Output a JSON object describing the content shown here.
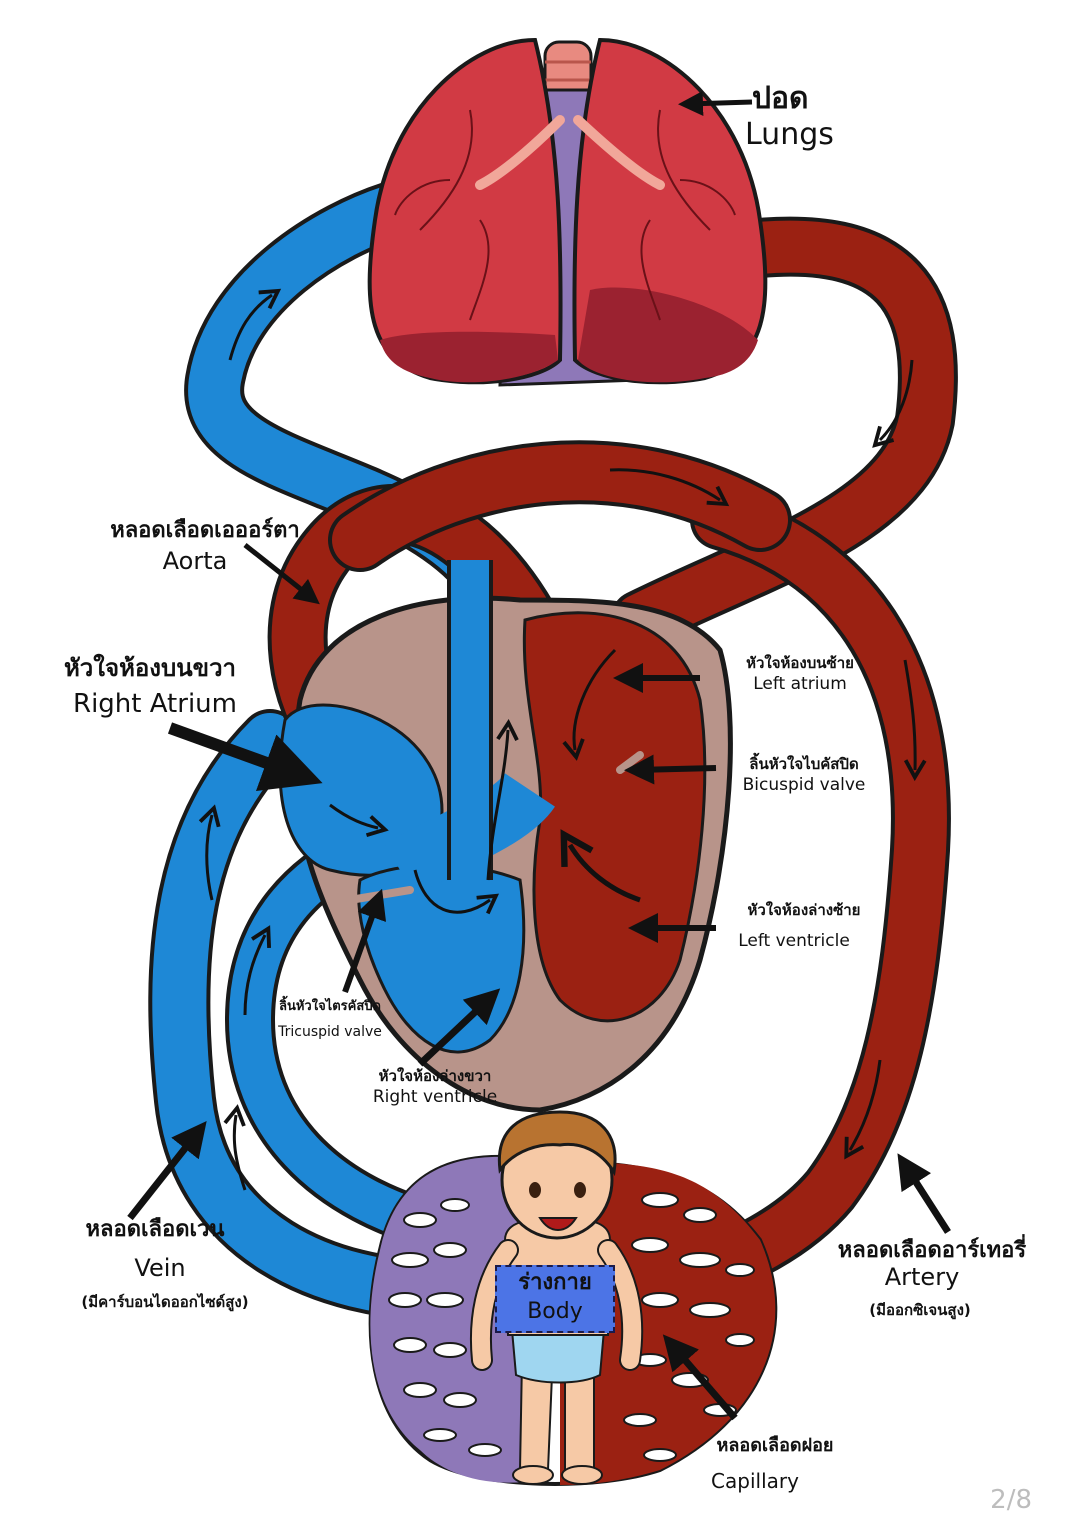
{
  "labels": {
    "lungs_th": "ปอด",
    "lungs_en": "Lungs",
    "aorta_th": "หลอดเลือดเอออร์ตา",
    "aorta_en": "Aorta",
    "right_atrium_th": "หัวใจห้องบนขวา",
    "right_atrium_en": "Right Atrium",
    "left_atrium_th": "หัวใจห้องบนซ้าย",
    "left_atrium_en": "Left atrium",
    "bicuspid_th": "ลิ้นหัวใจไบคัสปิด",
    "bicuspid_en": "Bicuspid valve",
    "left_ventricle_th": "หัวใจห้องล่างซ้าย",
    "left_ventricle_en": "Left ventricle",
    "tricuspid_th": "ลิ้นหัวใจไตรคัสปิด",
    "tricuspid_en": "Tricuspid valve",
    "right_ventricle_th": "หัวใจห้องล่างขวา",
    "right_ventricle_en": "Right ventricle",
    "vein_th": "หลอดเลือดเวน",
    "vein_en": "Vein",
    "vein_note": "(มีคาร์บอนไดออกไซด์สูง)",
    "artery_th": "หลอดเลือดอาร์เทอรี่",
    "artery_en": "Artery",
    "artery_note": "(มีออกซิเจนสูง)",
    "capillary_th": "หลอดเลือดฝอย",
    "capillary_en": "Capillary",
    "body_th": "ร่างกาย",
    "body_en": "Body"
  },
  "page_indicator": "2/8",
  "colors": {
    "venous_blue": "#1e88d6",
    "arterial_red": "#9b2112",
    "lung_red": "#d13a44",
    "heart_wall": "#b8948a",
    "capillary_purple": "#8e78b8",
    "outline": "#1a1a1a",
    "body_box": "#4c74e6"
  },
  "icons": [
    "lungs-icon",
    "heart-icon",
    "child-figure-icon",
    "arrow-icon"
  ]
}
